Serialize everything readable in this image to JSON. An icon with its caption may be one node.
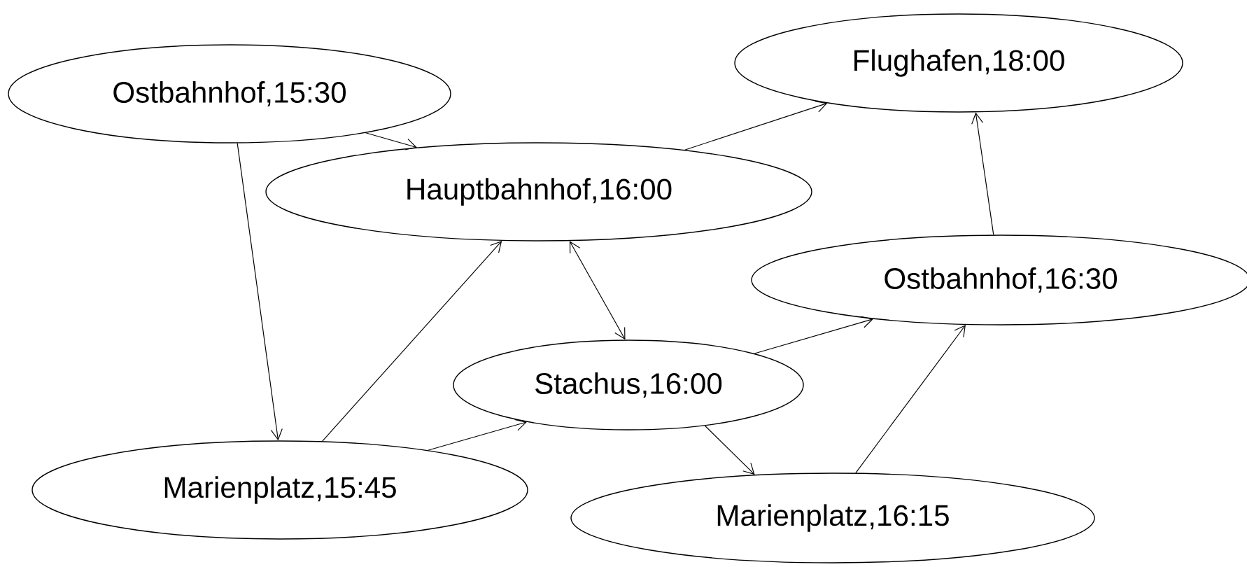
{
  "diagram": {
    "nodes": [
      {
        "text": [
          "Ostbahnhof,15:30"
        ]
      },
      {
        "text": [
          "Flughafen,18:00"
        ]
      },
      {
        "text": [
          "Hauptbahnhof,16:00"
        ]
      },
      {
        "text": [
          "Ostbahnhof,16:30"
        ]
      },
      {
        "text": [
          "Stachus,16:00"
        ]
      },
      {
        "text": [
          "Marienplatz,15:45"
        ]
      },
      {
        "text": [
          "Marienplatz,16:15"
        ]
      }
    ],
    "edges": [
      {
        "from": 0,
        "to": 2,
        "arrow": "to"
      },
      {
        "from": 0,
        "to": 5,
        "arrow": "to"
      },
      {
        "from": 5,
        "to": 2,
        "arrow": "to"
      },
      {
        "from": 5,
        "to": 4,
        "arrow": "to"
      },
      {
        "from": 2,
        "to": 4,
        "arrow": "both"
      },
      {
        "from": 2,
        "to": 1,
        "arrow": "to"
      },
      {
        "from": 4,
        "to": 3,
        "arrow": "to"
      },
      {
        "from": 4,
        "to": 6,
        "arrow": "to"
      },
      {
        "from": 6,
        "to": 3,
        "arrow": "to"
      },
      {
        "from": 3,
        "to": 1,
        "arrow": "to"
      }
    ]
  }
}
